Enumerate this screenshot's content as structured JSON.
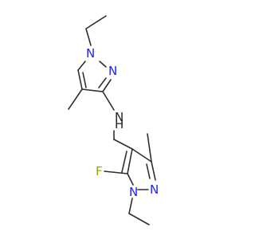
{
  "molecule": {
    "colors": {
      "bond": "#2f2f2f",
      "nitrogen": "#2020ff",
      "fluorine": "#86b300",
      "nh": "#1f1f1f"
    },
    "atoms": {
      "top_n1": "N",
      "top_n2": "N",
      "amine_n": "N",
      "amine_h": "H",
      "fluorine": "F",
      "bottom_n1": "N",
      "bottom_n2": "N"
    }
  }
}
